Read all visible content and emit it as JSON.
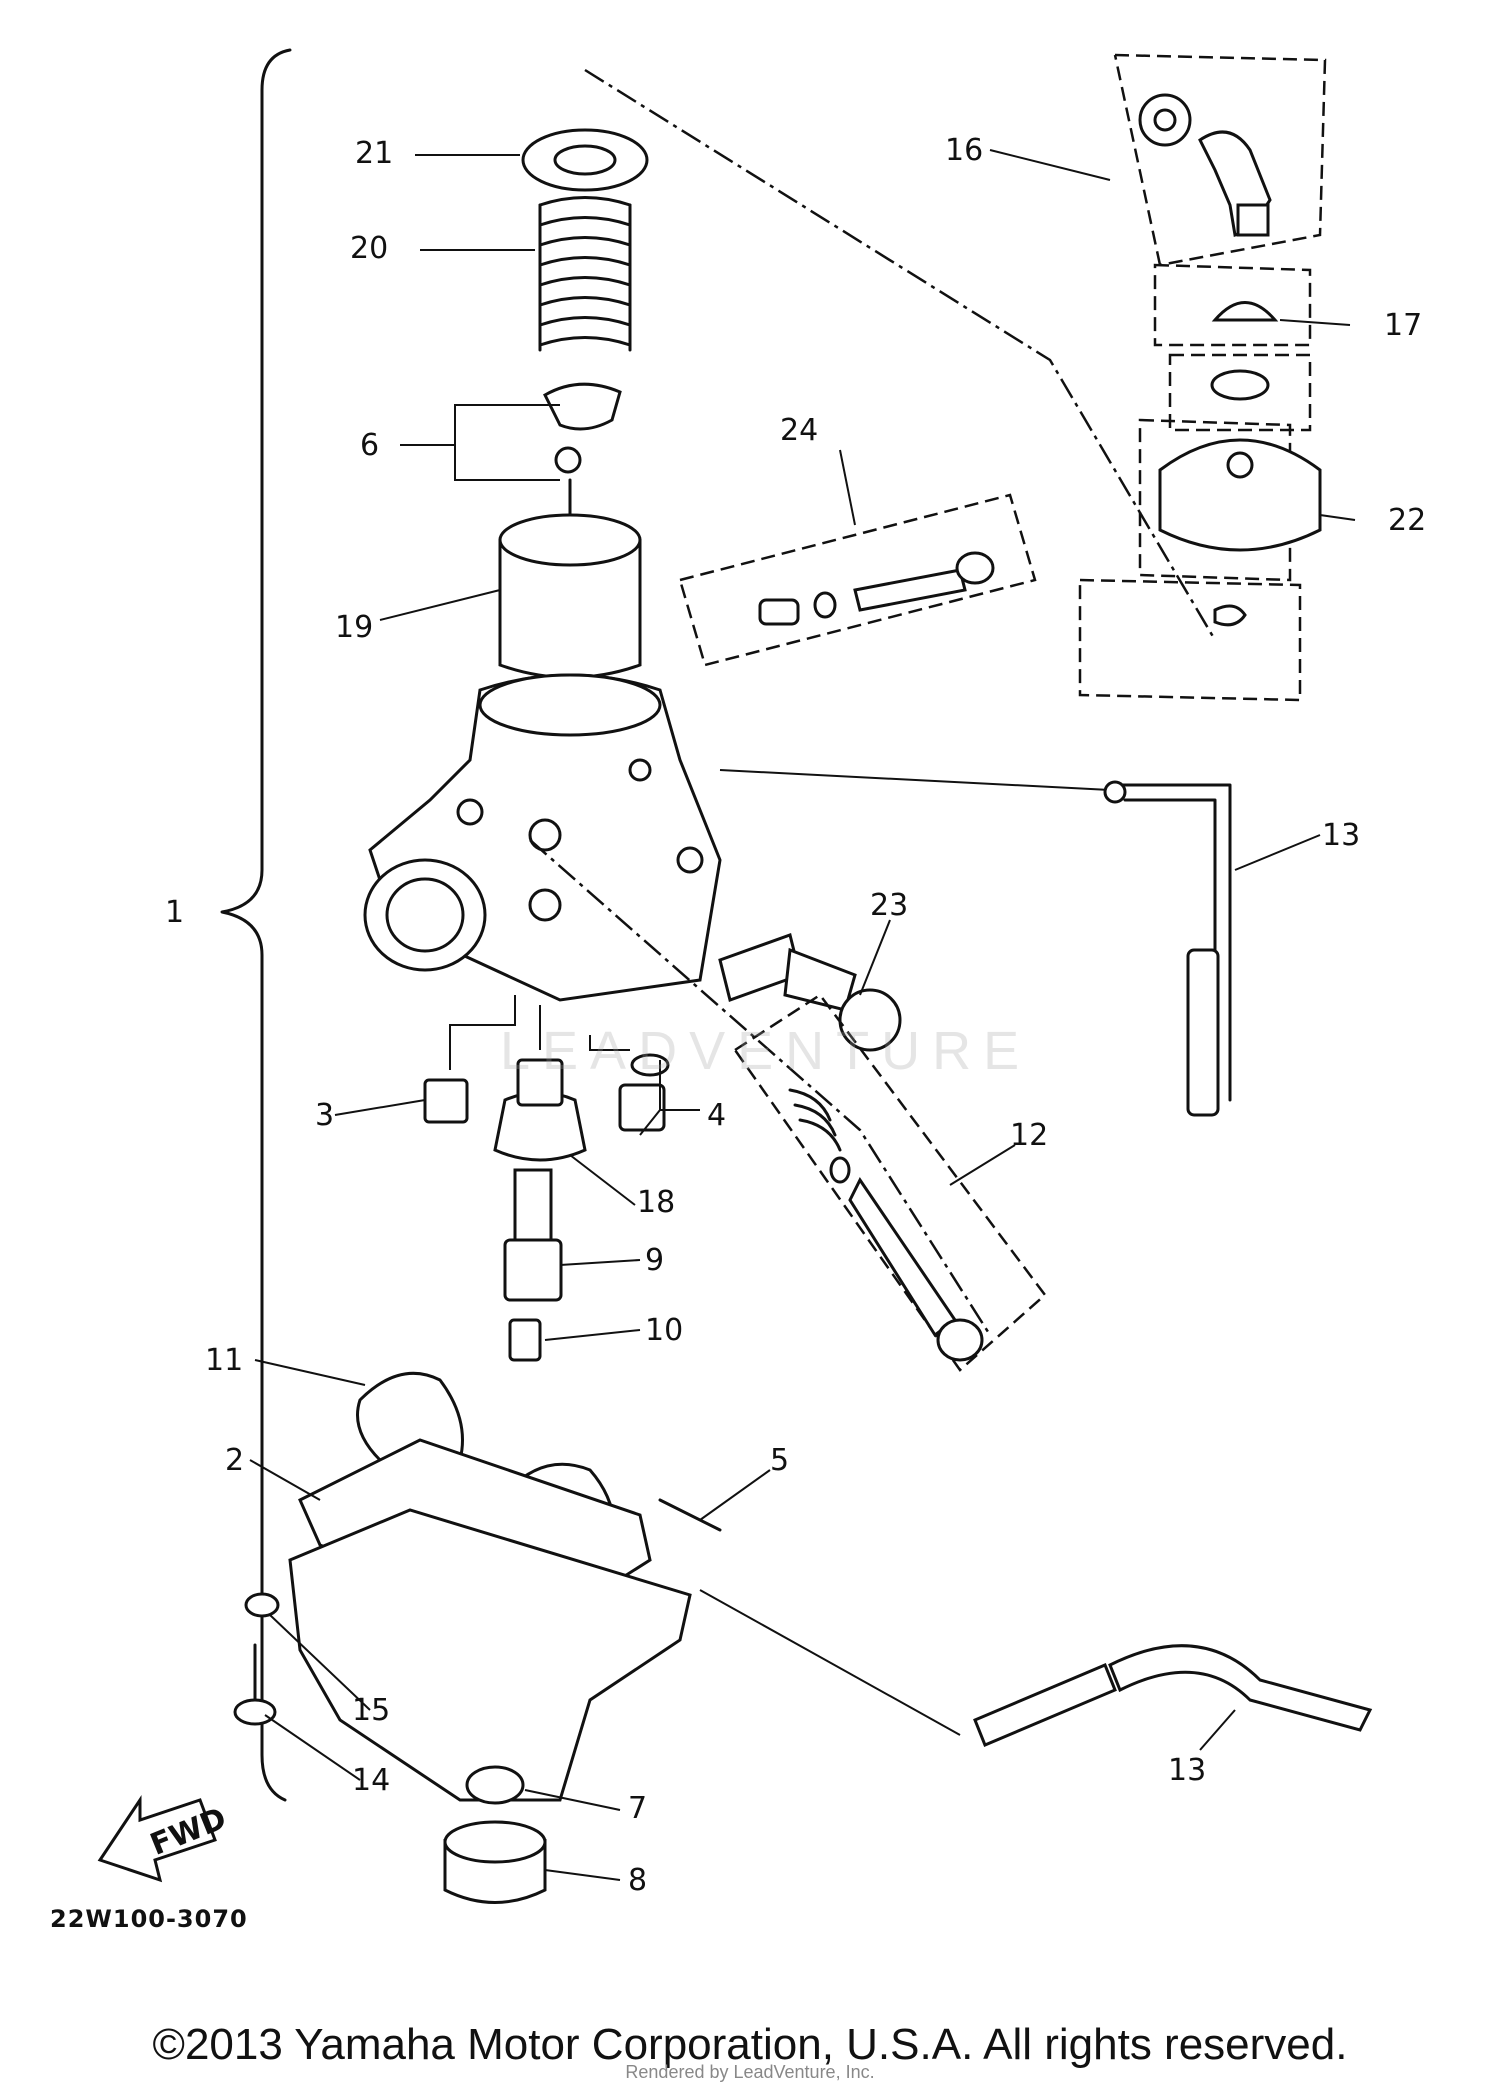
{
  "diagram": {
    "callouts": [
      "1",
      "2",
      "3",
      "4",
      "5",
      "6",
      "7",
      "8",
      "9",
      "10",
      "11",
      "12",
      "13",
      "13",
      "14",
      "15",
      "16",
      "17",
      "18",
      "19",
      "20",
      "21",
      "22",
      "23",
      "24"
    ],
    "fwd_label": "FWD",
    "diagram_code": "22W100-3070",
    "watermark_logo": "LEADVENTURE"
  },
  "footer": {
    "copyright": "©2013 Yamaha Motor Corporation, U.S.A. All rights reserved.",
    "rendered_by": "Rendered by LeadVenture, Inc."
  }
}
